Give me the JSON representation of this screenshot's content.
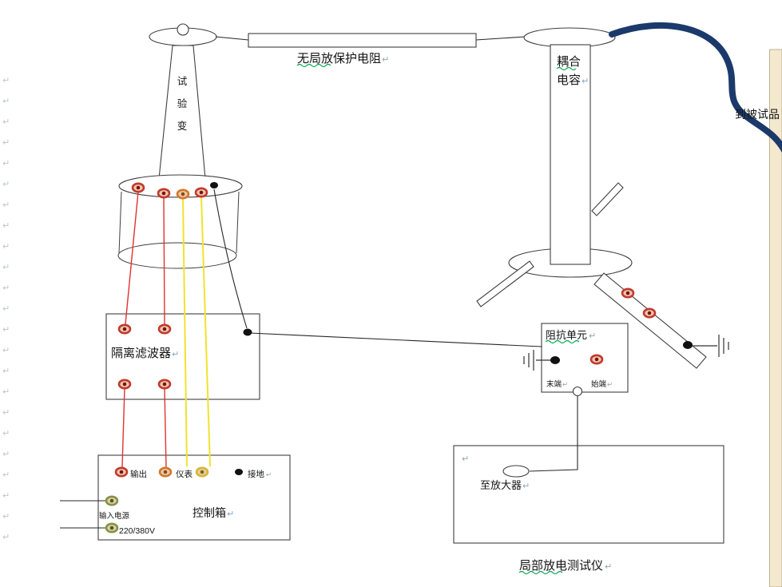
{
  "colors": {
    "wire_red": "#e03232",
    "wire_yellow": "#f2e22e",
    "wire_black": "#262626",
    "cable_navy": "#1b3a6b",
    "squiggle_green": "#00a550",
    "strip_fill": "#f4e8cf",
    "strip_border": "#b3a176",
    "return_mark": "#8aa5c0",
    "terminal_red": "#c23a2e",
    "terminal_orange": "#d2782a",
    "terminal_yellow": "#d3b92f",
    "terminal_green": "#7d9742"
  },
  "margin": {
    "return_glyph": "↵",
    "count": 23
  },
  "marks": {
    "return": "↵"
  },
  "labels": {
    "resistor": "无局放保护电阻",
    "capacitor_line1": "耦合",
    "capacitor_line2": "电容",
    "to_test_object": "到被试品",
    "transformer_char1": "试",
    "transformer_char2": "验",
    "transformer_char3": "变",
    "filter": "隔离滤波器",
    "impedance": "阻抗单元",
    "impedance_end": "末端",
    "impedance_start": "始端",
    "to_amplifier": "至放大器",
    "tester": "局部放电测试仪",
    "control_box": "控制箱",
    "output": "输出",
    "meter": "仪表",
    "ground": "接地",
    "input_power": "输入电源",
    "voltage": "220/380V"
  }
}
